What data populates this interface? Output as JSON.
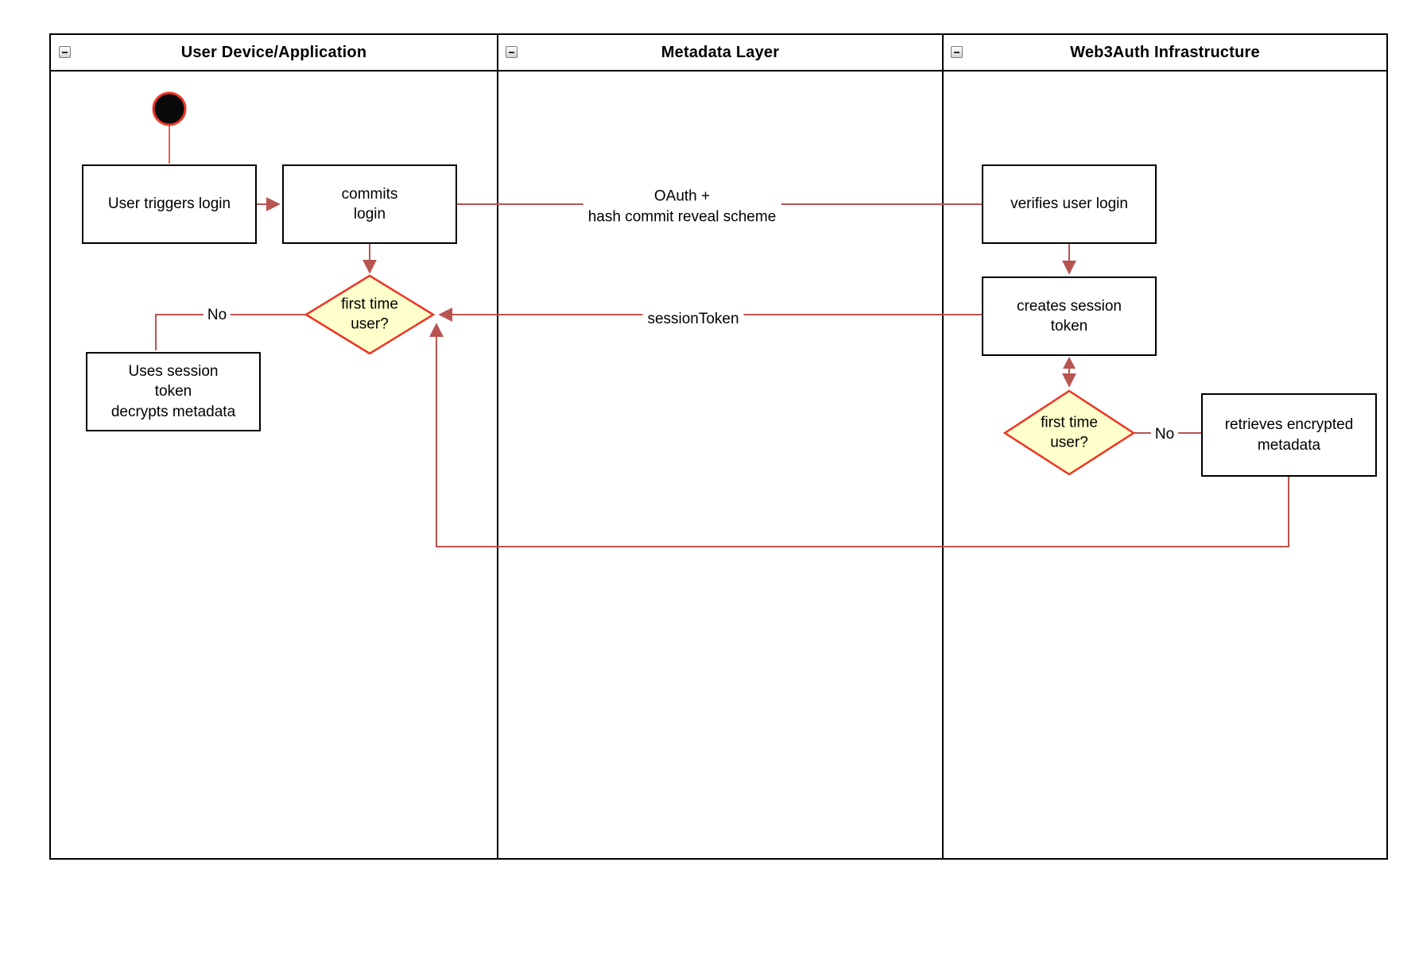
{
  "lanes": [
    {
      "title": "User Device/Application"
    },
    {
      "title": "Metadata Layer"
    },
    {
      "title": "Web3Auth Infrastructure"
    }
  ],
  "nodes": {
    "user_triggers_login": "User triggers login",
    "commits_login": "commits\nlogin",
    "first_time_user_left": "first time\nuser?",
    "uses_session_token": "Uses session\ntoken\ndecrypts metadata",
    "verifies_user_login": "verifies user login",
    "creates_session_token": "creates session\ntoken",
    "first_time_user_right": "first time\nuser?",
    "retrieves_encrypted_metadata": "retrieves encrypted\nmetadata"
  },
  "edges": {
    "oauth_label": "OAuth +\nhash commit reveal scheme",
    "session_token_label": "sessionToken",
    "no_label_left": "No",
    "no_label_right": "No"
  },
  "icons": {
    "collapse": "minus-icon",
    "start": "filled-circle-start-icon"
  },
  "colors": {
    "connector": "#B85450",
    "shape_accent": "#EE3524",
    "decision_fill": "#FFFFCC",
    "node_border": "#000000",
    "node_fill": "#FFFFFF",
    "lane_border": "#000000"
  }
}
